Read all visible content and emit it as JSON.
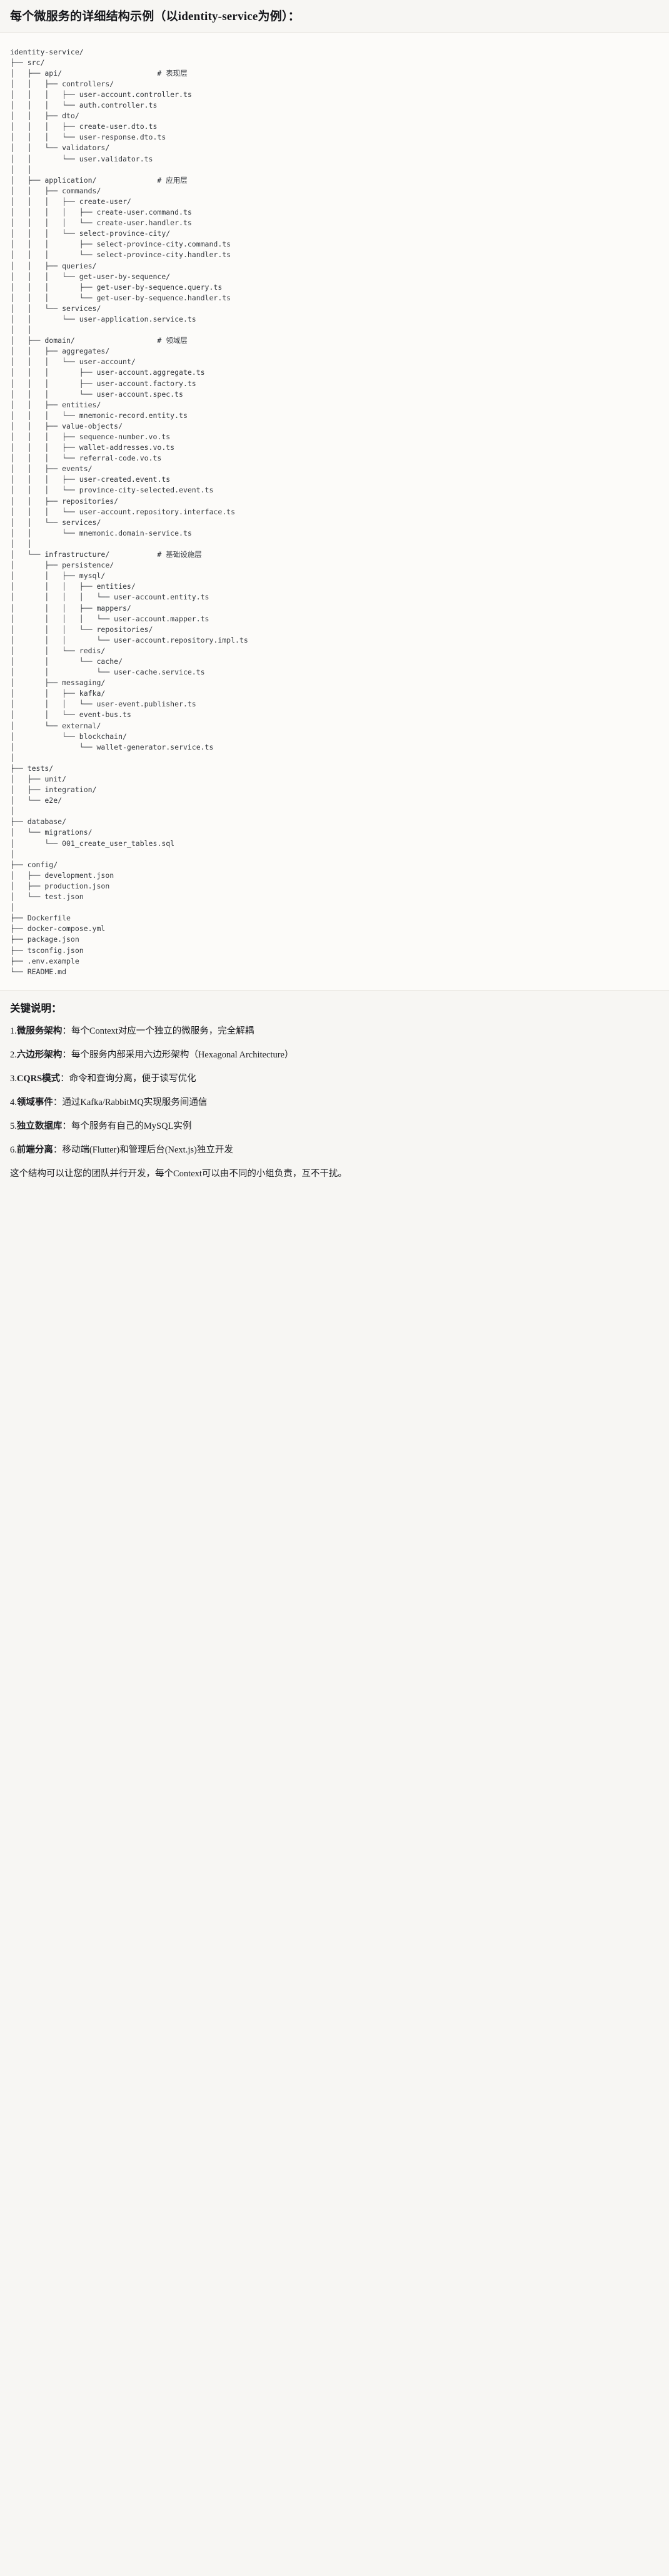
{
  "header": {
    "title": "每个微服务的详细结构示例（以identity-service为例）："
  },
  "tree": {
    "root": "identity-service/",
    "text": "identity-service/\n├── src/\n│   ├── api/                      # 表现层\n│   │   ├── controllers/\n│   │   │   ├── user-account.controller.ts\n│   │   │   └── auth.controller.ts\n│   │   ├── dto/\n│   │   │   ├── create-user.dto.ts\n│   │   │   └── user-response.dto.ts\n│   │   └── validators/\n│   │       └── user.validator.ts\n│   │\n│   ├── application/              # 应用层\n│   │   ├── commands/\n│   │   │   ├── create-user/\n│   │   │   │   ├── create-user.command.ts\n│   │   │   │   └── create-user.handler.ts\n│   │   │   └── select-province-city/\n│   │   │       ├── select-province-city.command.ts\n│   │   │       └── select-province-city.handler.ts\n│   │   ├── queries/\n│   │   │   └── get-user-by-sequence/\n│   │   │       ├── get-user-by-sequence.query.ts\n│   │   │       └── get-user-by-sequence.handler.ts\n│   │   └── services/\n│   │       └── user-application.service.ts\n│   │\n│   ├── domain/                   # 领域层\n│   │   ├── aggregates/\n│   │   │   └── user-account/\n│   │   │       ├── user-account.aggregate.ts\n│   │   │       ├── user-account.factory.ts\n│   │   │       └── user-account.spec.ts\n│   │   ├── entities/\n│   │   │   └── mnemonic-record.entity.ts\n│   │   ├── value-objects/\n│   │   │   ├── sequence-number.vo.ts\n│   │   │   ├── wallet-addresses.vo.ts\n│   │   │   └── referral-code.vo.ts\n│   │   ├── events/\n│   │   │   ├── user-created.event.ts\n│   │   │   └── province-city-selected.event.ts\n│   │   ├── repositories/\n│   │   │   └── user-account.repository.interface.ts\n│   │   └── services/\n│   │       └── mnemonic.domain-service.ts\n│   │\n│   └── infrastructure/           # 基础设施层\n│       ├── persistence/\n│       │   ├── mysql/\n│       │   │   ├── entities/\n│       │   │   │   └── user-account.entity.ts\n│       │   │   ├── mappers/\n│       │   │   │   └── user-account.mapper.ts\n│       │   │   └── repositories/\n│       │   │       └── user-account.repository.impl.ts\n│       │   └── redis/\n│       │       └── cache/\n│       │           └── user-cache.service.ts\n│       ├── messaging/\n│       │   ├── kafka/\n│       │   │   └── user-event.publisher.ts\n│       │   └── event-bus.ts\n│       └── external/\n│           └── blockchain/\n│               └── wallet-generator.service.ts\n│\n├── tests/\n│   ├── unit/\n│   ├── integration/\n│   └── e2e/\n│\n├── database/\n│   └── migrations/\n│       └── 001_create_user_tables.sql\n│\n├── config/\n│   ├── development.json\n│   ├── production.json\n│   └── test.json\n│\n├── Dockerfile\n├── docker-compose.yml\n├── package.json\n├── tsconfig.json\n├── .env.example\n└── README.md",
    "layer_comments": [
      {
        "path": "src/api/",
        "comment": "# 表现层"
      },
      {
        "path": "src/application/",
        "comment": "# 应用层"
      },
      {
        "path": "src/domain/",
        "comment": "# 领域层"
      },
      {
        "path": "src/infrastructure/",
        "comment": "# 基础设施层"
      }
    ]
  },
  "notes": {
    "title": "关键说明：",
    "items": [
      {
        "num": "1.",
        "term": "微服务架构",
        "sep": "：",
        "desc": "每个Context对应一个独立的微服务，完全解耦"
      },
      {
        "num": "2.",
        "term": "六边形架构",
        "sep": "：",
        "desc": "每个服务内部采用六边形架构（Hexagonal Architecture）"
      },
      {
        "num": "3.",
        "term": "CQRS模式",
        "sep": "：",
        "desc": "命令和查询分离，便于读写优化"
      },
      {
        "num": "4.",
        "term": "领域事件",
        "sep": "：",
        "desc": "通过Kafka/RabbitMQ实现服务间通信"
      },
      {
        "num": "5.",
        "term": "独立数据库",
        "sep": "：",
        "desc": "每个服务有自己的MySQL实例"
      },
      {
        "num": "6.",
        "term": "前端分离",
        "sep": "：",
        "desc": "移动端(Flutter)和管理后台(Next.js)独立开发"
      }
    ],
    "closing": "这个结构可以让您的团队并行开发，每个Context可以由不同的小组负责，互不干扰。"
  },
  "colors": {
    "page_bg": "#f7f6f3",
    "code_bg": "#fcfbf9",
    "text": "#1b1c20",
    "code_text": "#33373d",
    "divider": "#e3e0da"
  }
}
